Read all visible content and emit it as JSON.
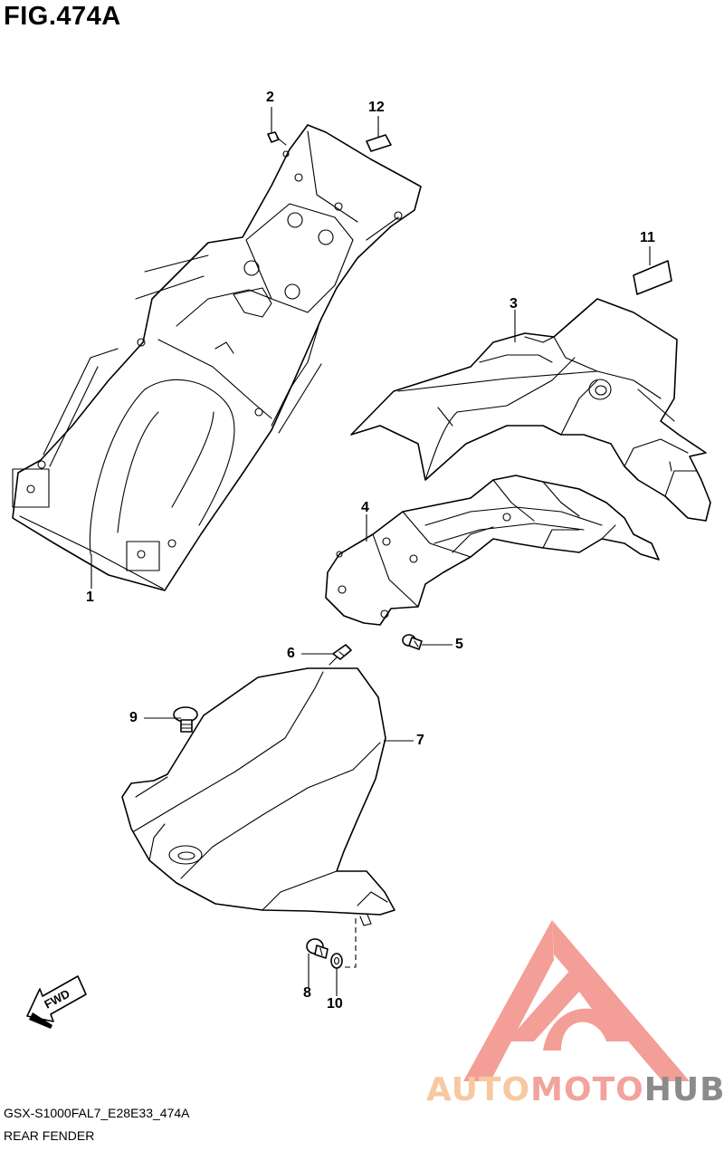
{
  "figure": {
    "title": "FIG.474A",
    "model_code": "GSX-S1000FAL7_E28E33_474A",
    "section_name": "REAR FENDER"
  },
  "callouts": [
    "1",
    "2",
    "3",
    "4",
    "5",
    "6",
    "7",
    "8",
    "9",
    "10",
    "11",
    "12"
  ],
  "direction_arrow": {
    "label": "FWD",
    "icon": "fwd-arrow-icon"
  },
  "watermark": {
    "part1": "AUTO",
    "part2": "MOTO",
    "part3": "HUB",
    "icon": "triangle-logo-icon",
    "colors": {
      "auto": "#f7c9a0",
      "moto": "#f2a39c",
      "hub": "#8b8b8b",
      "logo": "#f28e86"
    }
  },
  "colors": {
    "line": "#000000",
    "background": "#ffffff"
  }
}
